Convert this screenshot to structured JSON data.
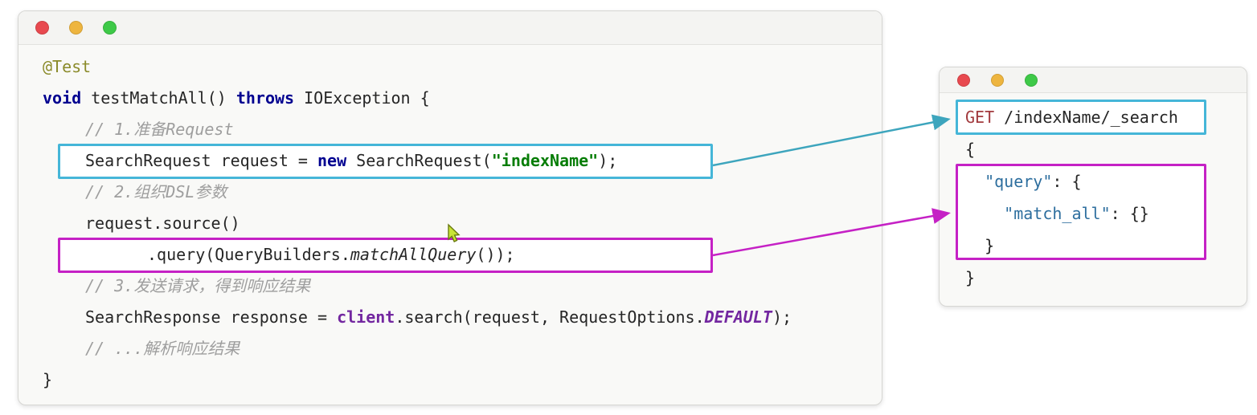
{
  "colors": {
    "cyan_box": "#45b6d8",
    "magenta_box": "#c521c5",
    "cyan_arrow": "#3da5bd",
    "magenta_arrow": "#c521c5",
    "light_red": "#e8494f",
    "light_yellow": "#eeb53f",
    "light_green": "#3ec948",
    "cursor_fill": "#c9e437",
    "cursor_border": "#6b7a10"
  },
  "left_window": {
    "code_lines": [
      {
        "indent": 0,
        "tokens": [
          {
            "t": "@Test",
            "c": "annotation"
          }
        ]
      },
      {
        "indent": 0,
        "tokens": [
          {
            "t": "void",
            "c": "keyword"
          },
          {
            "t": " testMatchAll() ",
            "c": "plain"
          },
          {
            "t": "throws",
            "c": "keyword"
          },
          {
            "t": " IOException {",
            "c": "plain"
          }
        ]
      },
      {
        "indent": 1,
        "tokens": [
          {
            "t": "// 1.准备Request",
            "c": "comment"
          }
        ]
      },
      {
        "indent": 1,
        "tokens": [
          {
            "t": "SearchRequest request = ",
            "c": "plain"
          },
          {
            "t": "new",
            "c": "keyword"
          },
          {
            "t": " SearchRequest(",
            "c": "plain"
          },
          {
            "t": "\"indexName\"",
            "c": "string"
          },
          {
            "t": ");",
            "c": "plain"
          }
        ]
      },
      {
        "indent": 1,
        "tokens": [
          {
            "t": "// 2.组织DSL参数",
            "c": "comment"
          }
        ]
      },
      {
        "indent": 1,
        "tokens": [
          {
            "t": "request.source()",
            "c": "plain"
          }
        ]
      },
      {
        "indent": 2,
        "tokens": [
          {
            "t": ".query(QueryBuilders.",
            "c": "plain"
          },
          {
            "t": "matchAllQuery",
            "c": "method"
          },
          {
            "t": "());",
            "c": "plain"
          }
        ]
      },
      {
        "indent": 1,
        "tokens": [
          {
            "t": "// 3.发送请求，得到响应结果",
            "c": "comment"
          }
        ]
      },
      {
        "indent": 1,
        "tokens": [
          {
            "t": "SearchResponse response = ",
            "c": "plain"
          },
          {
            "t": "client",
            "c": "field"
          },
          {
            "t": ".search(request, RequestOptions.",
            "c": "plain"
          },
          {
            "t": "DEFAULT",
            "c": "constant"
          },
          {
            "t": ");",
            "c": "plain"
          }
        ]
      },
      {
        "indent": 1,
        "tokens": [
          {
            "t": "// ...解析响应结果",
            "c": "comment"
          }
        ]
      },
      {
        "indent": 0,
        "tokens": [
          {
            "t": "}",
            "c": "plain"
          }
        ]
      }
    ]
  },
  "right_window": {
    "dsl_lines": [
      {
        "indent": 0,
        "tokens": [
          {
            "t": "GET ",
            "c": "http"
          },
          {
            "t": "/indexName/_search",
            "c": "plain"
          }
        ]
      },
      {
        "indent": 0,
        "tokens": [
          {
            "t": "{",
            "c": "plain"
          }
        ]
      },
      {
        "indent": 0,
        "tokens": [
          {
            "t": "  ",
            "c": "plain"
          },
          {
            "t": "\"query\"",
            "c": "key"
          },
          {
            "t": ": {",
            "c": "plain"
          }
        ]
      },
      {
        "indent": 0,
        "tokens": [
          {
            "t": "    ",
            "c": "plain"
          },
          {
            "t": "\"match_all\"",
            "c": "key"
          },
          {
            "t": ": {}",
            "c": "plain"
          }
        ]
      },
      {
        "indent": 0,
        "tokens": [
          {
            "t": "  }",
            "c": "plain"
          }
        ]
      },
      {
        "indent": 0,
        "tokens": [
          {
            "t": "}",
            "c": "plain"
          }
        ]
      }
    ]
  }
}
